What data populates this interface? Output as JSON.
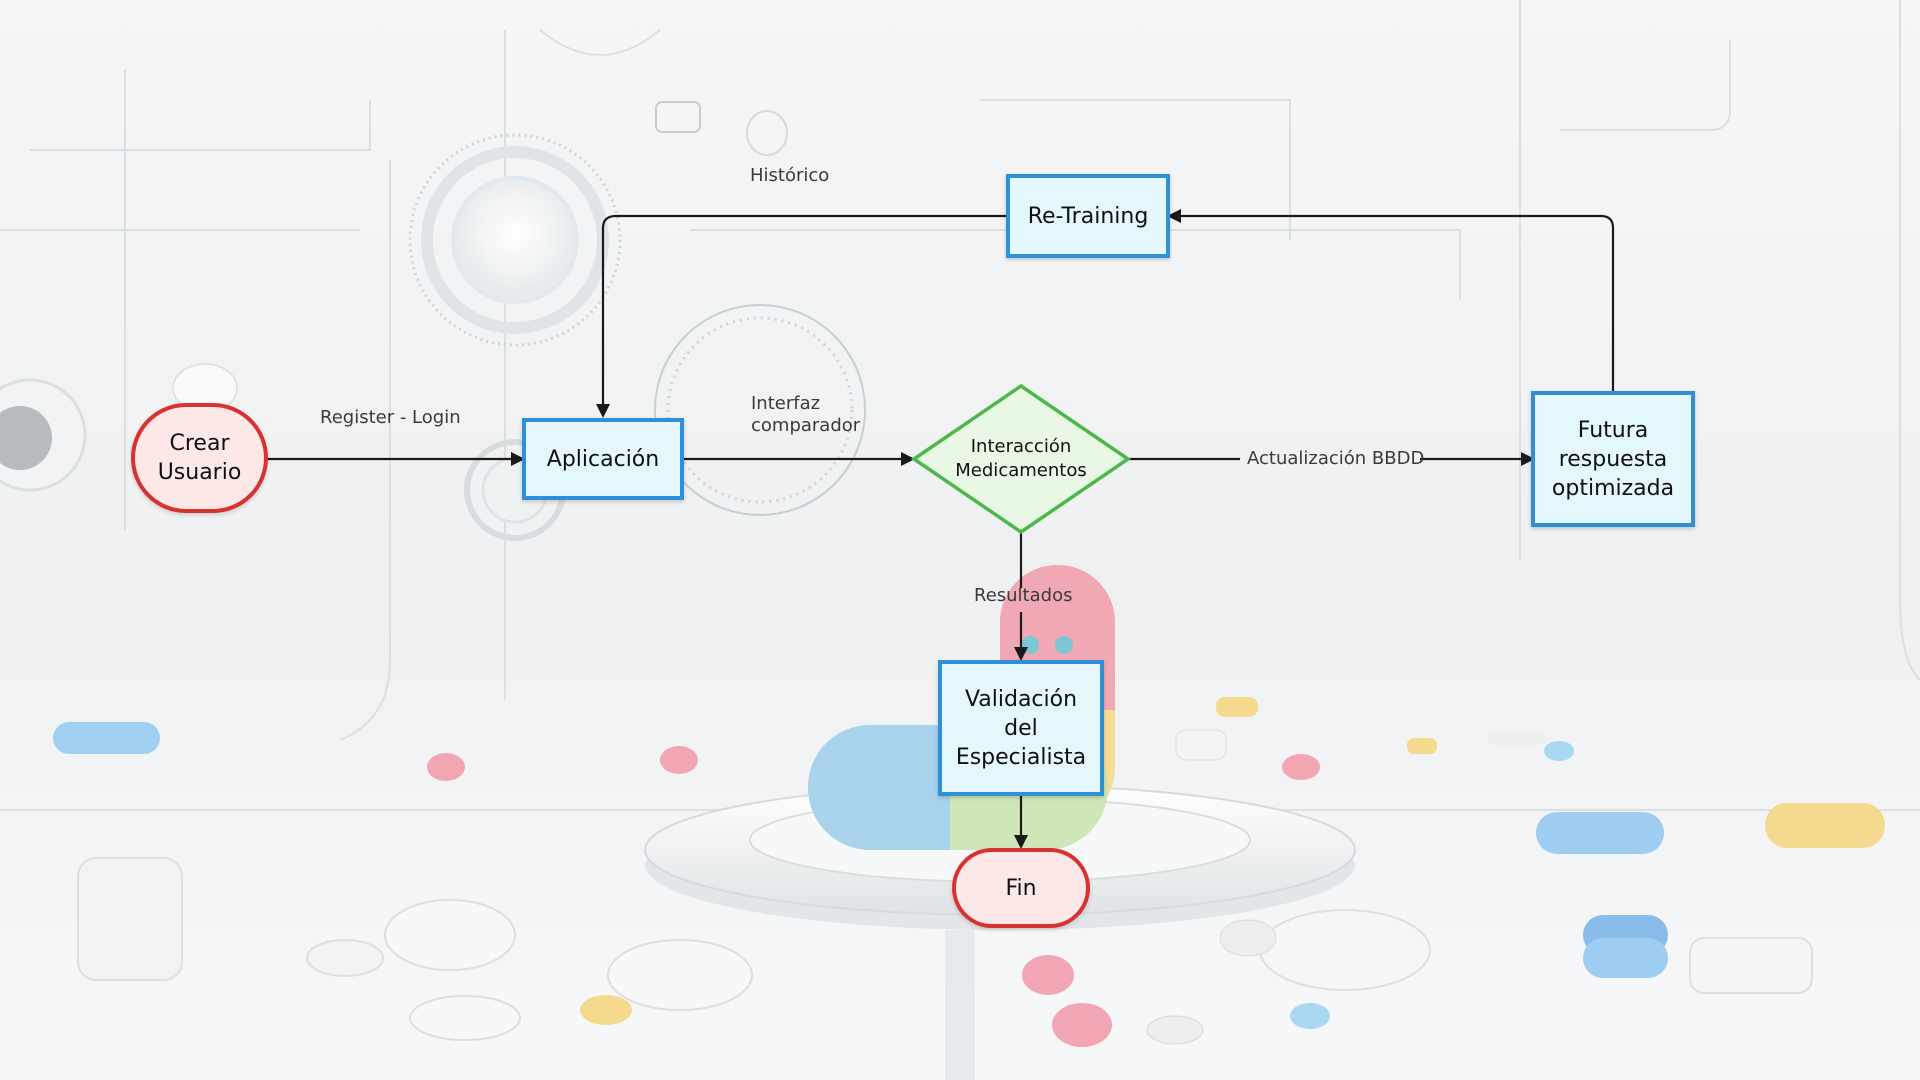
{
  "colors": {
    "process_fill": "#e3f7fd",
    "process_border": "#2f8fd8",
    "terminal_fill": "#fde8e8",
    "terminal_border": "#d7322f",
    "decision_fill": "#e8f8e4",
    "decision_border": "#4cb84a",
    "arrow": "#1a1a1a"
  },
  "nodes": {
    "crear_usuario": {
      "line1": "Crear",
      "line2": "Usuario",
      "shape": "terminal"
    },
    "aplicacion": {
      "label": "Aplicación",
      "shape": "process"
    },
    "retraining": {
      "label": "Re-Training",
      "shape": "process"
    },
    "interaccion": {
      "line1": "Interacción",
      "line2": "Medicamentos",
      "shape": "decision"
    },
    "futura": {
      "line1": "Futura",
      "line2": "respuesta",
      "line3": "optimizada",
      "shape": "process"
    },
    "validacion": {
      "line1": "Validación",
      "line2": "del",
      "line3": "Especialista",
      "shape": "process"
    },
    "fin": {
      "label": "Fin",
      "shape": "terminal"
    }
  },
  "edge_labels": {
    "register_login": "Register - Login",
    "interfaz_line1": "Interfaz",
    "interfaz_line2": "comparador",
    "actualizacion": "Actualización BBDD",
    "resultados": "Resultados",
    "historico": "Histórico"
  },
  "background_icons": [
    "pill-icon",
    "tablet-icon",
    "capsule-icon",
    "gauge-dial-icon",
    "pedestal-icon"
  ]
}
